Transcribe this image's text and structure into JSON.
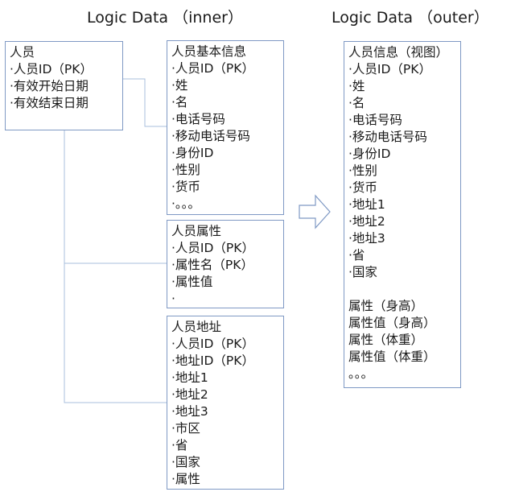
{
  "headings": {
    "inner": "Logic Data （inner）",
    "outer": "Logic Data （outer）"
  },
  "boxes": {
    "person": {
      "title": "人员",
      "lines": [
        "·人员ID（PK）",
        "·有效开始日期",
        "·有效结束日期"
      ]
    },
    "basic_info": {
      "title": "人员基本信息",
      "lines": [
        "·人员ID（PK）",
        "·姓",
        "·名",
        "·电话号码",
        "·移动电话号码",
        "·身份ID",
        "·性别",
        "·货币",
        "·。。。"
      ]
    },
    "attributes": {
      "title": "人员属性",
      "lines": [
        "·人员ID（PK）",
        "·属性名（PK）",
        "·属性值",
        "·"
      ]
    },
    "address": {
      "title": "人员地址",
      "lines": [
        "·人员ID（PK）",
        "·地址ID（PK）",
        "·地址1",
        "·地址2",
        "·地址3",
        "·市区",
        "·省",
        "·国家",
        "·属性"
      ]
    },
    "view": {
      "title": "人员信息（视图）",
      "lines": [
        "·人员ID（PK）",
        "·姓",
        "·名",
        "·电话号码",
        "·移动电话号码",
        "·身份ID",
        "·性别",
        "·货币",
        "·地址1",
        "·地址2",
        "·地址3",
        "·省",
        "·国家"
      ],
      "extra_lines": [
        "属性（身高）",
        "属性值（身高）",
        "属性（体重）",
        "属性值（体重）",
        "。。。"
      ]
    }
  },
  "colors": {
    "box_border": "#7f99c4",
    "connector": "#a9bfdc",
    "arrow": "#7f99c4"
  }
}
